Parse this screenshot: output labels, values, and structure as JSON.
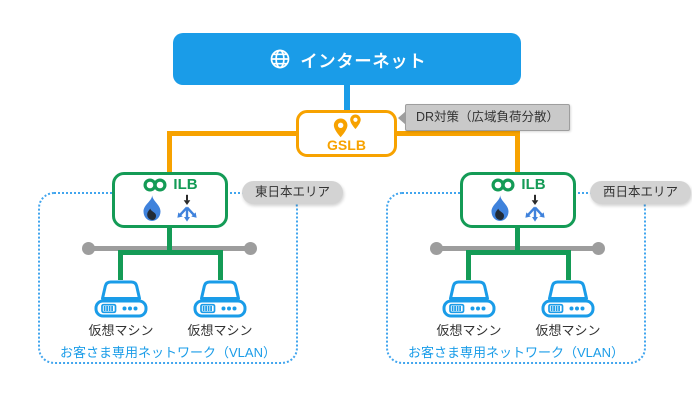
{
  "colors": {
    "blue": "#1a9ce8",
    "orange": "#f7a200",
    "green": "#149b56",
    "bus_gray": "#9d9d9d",
    "pill_bg": "#d3d3d3",
    "note_bg": "#c9c9c9",
    "note_border": "#9e9e9e",
    "text_dark": "#333333",
    "dash_blue": "#41a5ee",
    "icon_blue": "#3f82dc",
    "icon_dark": "#222b36"
  },
  "internet": {
    "label": "インターネット"
  },
  "gslb": {
    "label": "GSLB"
  },
  "dr_note": {
    "label": "DR対策（広域負荷分散）"
  },
  "clusters": [
    {
      "area_label": "東日本エリア",
      "ilb_label": "ILB",
      "vlan_label": "お客さま専用ネットワーク（VLAN）",
      "servers": [
        {
          "label": "仮想マシン"
        },
        {
          "label": "仮想マシン"
        }
      ]
    },
    {
      "area_label": "西日本エリア",
      "ilb_label": "ILB",
      "vlan_label": "お客さま専用ネットワーク（VLAN）",
      "servers": [
        {
          "label": "仮想マシン"
        },
        {
          "label": "仮想マシン"
        }
      ]
    }
  ]
}
